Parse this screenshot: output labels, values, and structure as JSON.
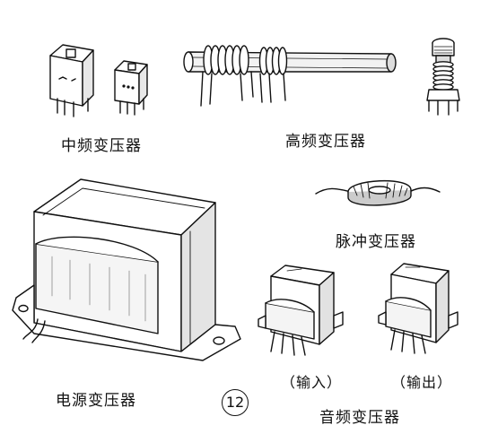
{
  "labels": {
    "intermediate_frequency": "中频变压器",
    "high_frequency": "高频变压器",
    "pulse": "脉冲变压器",
    "power": "电源变压器",
    "audio": "音频变压器",
    "audio_input": "（输入）",
    "audio_output": "（输出）"
  },
  "figure_number": "12"
}
